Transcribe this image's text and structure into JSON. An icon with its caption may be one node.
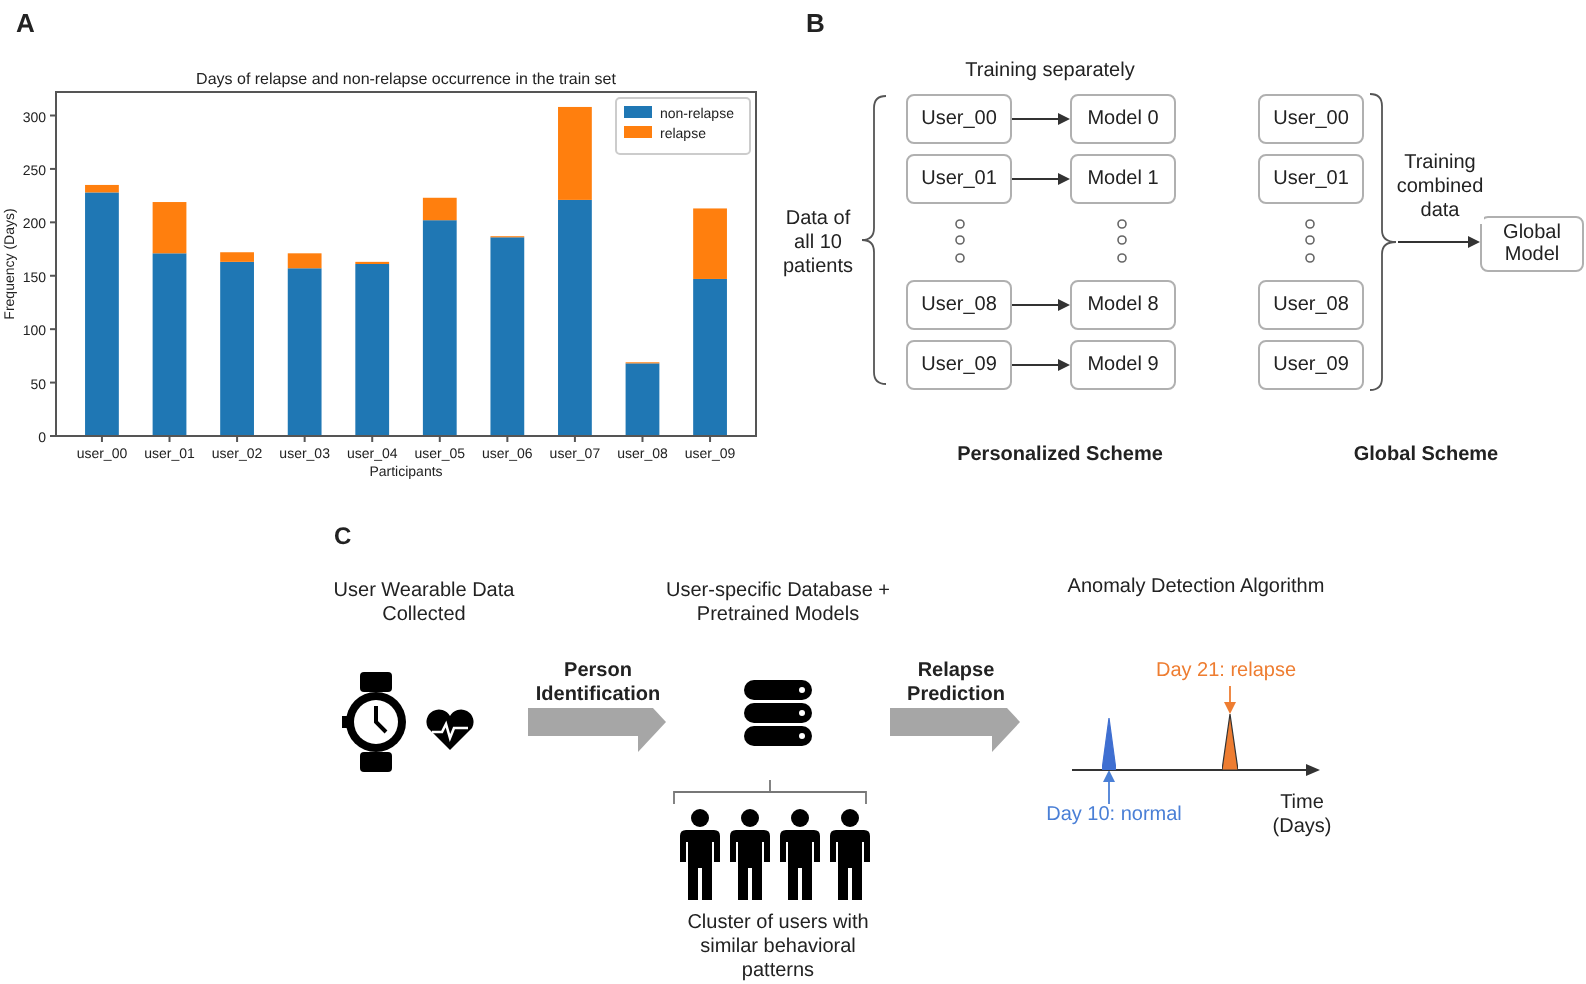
{
  "diagram": {
    "nodes": [
      {
        "text": [
          "User_00"
        ]
      },
      {
        "text": [
          "Model 0"
        ]
      },
      {
        "text": [
          "User_01"
        ]
      },
      {
        "text": [
          "Model 1"
        ]
      },
      {
        "text": [
          "User_08"
        ]
      },
      {
        "text": [
          "Model 8"
        ]
      },
      {
        "text": [
          "User_09"
        ]
      },
      {
        "text": [
          "Model 9"
        ]
      },
      {
        "text": [
          "User_00"
        ]
      },
      {
        "text": [
          "User_01"
        ]
      },
      {
        "text": [
          "User_08"
        ]
      },
      {
        "text": [
          "User_09"
        ]
      },
      {
        "text": [],
        "shape": "brace"
      },
      {
        "text": [
          "Global Model"
        ]
      },
      {
        "text": [
          "User Wearable Data Collected"
        ]
      },
      {
        "text": [
          "User-specific Database + Pretrained Models"
        ]
      },
      {
        "text": [
          "Anomaly Detection Algorithm"
        ]
      },
      {
        "text": [
          "Cluster of users with similar behavioral patterns"
        ]
      },
      {
        "text": [
          "Day 21: relapse"
        ],
        "in": 16
      },
      {
        "text": [],
        "shape": "triangle",
        "in": 16
      },
      {
        "text": [
          "Day 10: normal"
        ]
      },
      {
        "text": [],
        "shape": "triangle",
        "in": 16
      }
    ],
    "edges": [
      {
        "from": 0,
        "to": 1,
        "arrow": "to"
      },
      {
        "from": 2,
        "to": 3,
        "arrow": "to"
      },
      {
        "from": 4,
        "to": 5,
        "arrow": "to"
      },
      {
        "from": 6,
        "to": 7,
        "arrow": "to"
      },
      {
        "from": 12,
        "to": 13,
        "arrow": "to",
        "label": "Training combined data"
      },
      {
        "from": 14,
        "to": 15,
        "arrow": "to",
        "label": "Person Identification",
        "style": "thick",
        "color": "#a6a6a6"
      },
      {
        "from": 15,
        "to": 16,
        "arrow": "to",
        "label": "Relapse Prediction",
        "style": "thick",
        "color": "#a6a6a6"
      },
      {
        "from": 18,
        "to": 21,
        "arrow": "to",
        "color": "#ee7d31"
      },
      {
        "from": 20,
        "to": 19,
        "arrow": "to",
        "color": "#4a7fd6"
      }
    ],
    "labels": [
      "A",
      "B",
      "Training separately",
      "Data of all 10 patients",
      "Personalized Scheme",
      "Global Scheme",
      "C",
      "Time (Days)"
    ],
    "chart_data": {
      "type": "bar",
      "title": "Days of relapse and non-relapse occurrence in the train set",
      "xlabel": "Participants",
      "ylabel": "Frequency (Days)",
      "stacked": true,
      "orientation": "vertical",
      "legend": true,
      "categories": [
        "user_00",
        "user_01",
        "user_02",
        "user_03",
        "user_04",
        "user_05",
        "user_06",
        "user_07",
        "user_08",
        "user_09"
      ],
      "series": [
        {
          "name": "non-relapse",
          "color": "#1f77b4",
          "values": [
            228,
            171,
            163,
            157,
            161,
            202,
            186,
            221,
            68,
            147
          ]
        },
        {
          "name": "relapse",
          "color": "#ff7f0e",
          "values": [
            7,
            48,
            9,
            14,
            2,
            21,
            1,
            87,
            1,
            66
          ]
        }
      ],
      "ylim": [
        0,
        322
      ],
      "yticks": [
        0,
        50,
        100,
        150,
        200,
        250,
        300
      ]
    }
  }
}
